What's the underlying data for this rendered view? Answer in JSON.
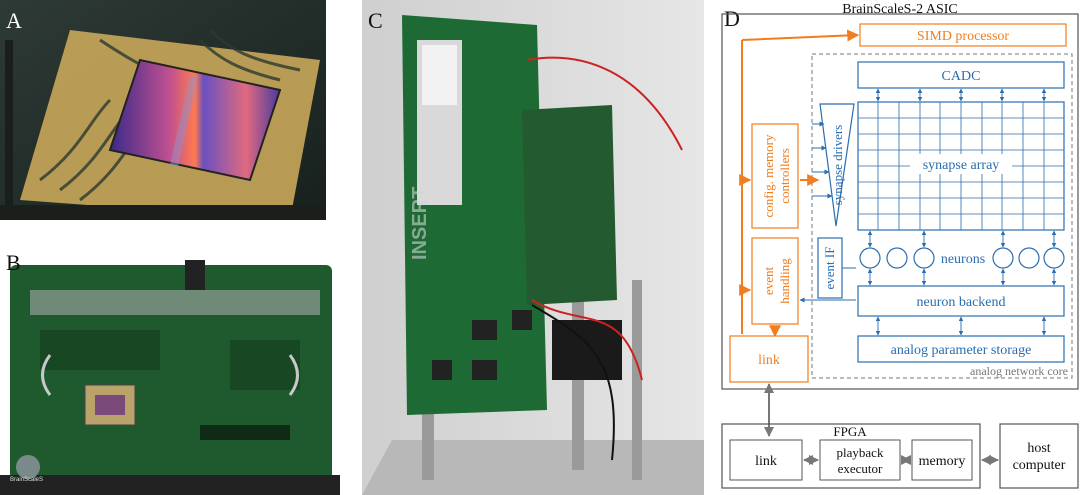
{
  "panels": {
    "a": "A",
    "b": "B",
    "c": "C",
    "d": "D"
  },
  "photos": {
    "a": "photo of the BrainScaleS-2 chip wire-bonded on a carrier board",
    "b": "photo of a chip carrier board with the chip at its centre",
    "c": "photo of a stacked setup of green circuit boards on metal posts"
  },
  "photo_text": {
    "b_logo": "BrainScaleS",
    "c_insert": "INSERT"
  },
  "diagram": {
    "asic_title": "BrainScaleS-2 ASIC",
    "simd": "SIMD processor",
    "cadc": "CADC",
    "synapse_drivers": "synapse drivers",
    "synapse_array": "synapse array",
    "config_line1": "config. memory",
    "config_line2": "controllers",
    "event_handling_line1": "event",
    "event_handling_line2": "handling",
    "event_if": "event IF",
    "neurons": "neurons",
    "neuron_backend": "neuron backend",
    "link": "link",
    "analog_param": "analog parameter storage",
    "core_label": "analog network core",
    "fpga_title": "FPGA",
    "fpga_link": "link",
    "playback_line1": "playback",
    "playback_line2": "executor",
    "memory": "memory",
    "host_line1": "host",
    "host_line2": "computer"
  },
  "colors": {
    "orange": "#f07d1e",
    "blue": "#2a6db0",
    "grey": "#777777",
    "pcb_green": "#1f5a2e",
    "gold": "#c9a75a"
  }
}
